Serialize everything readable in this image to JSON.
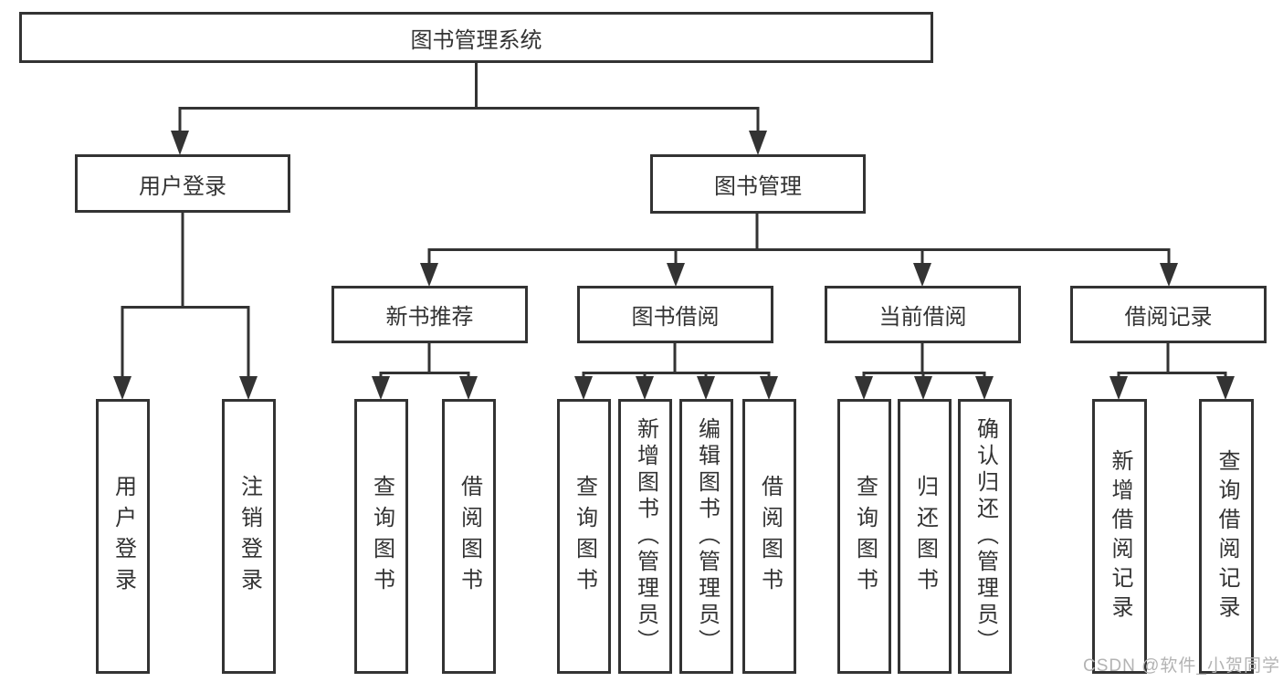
{
  "diagram_title": "图书管理系统",
  "colors": {
    "line": "#333333",
    "text": "#333333",
    "background": "#ffffff",
    "watermark": "#b3b3b3"
  },
  "tree": {
    "root": {
      "label": "图书管理系统"
    },
    "branches": [
      {
        "label": "用户登录",
        "children": [
          {
            "label": "用户登录"
          },
          {
            "label": "注销登录"
          }
        ]
      },
      {
        "label": "图书管理",
        "children": [
          {
            "label": "新书推荐",
            "children": [
              {
                "label": "查询图书"
              },
              {
                "label": "借阅图书"
              }
            ]
          },
          {
            "label": "图书借阅",
            "children": [
              {
                "label": "查询图书"
              },
              {
                "label": "新增图书（管理员）"
              },
              {
                "label": "编辑图书（管理员）"
              },
              {
                "label": "借阅图书"
              }
            ]
          },
          {
            "label": "当前借阅",
            "children": [
              {
                "label": "查询图书"
              },
              {
                "label": "归还图书"
              },
              {
                "label": "确认归还（管理员）"
              }
            ]
          },
          {
            "label": "借阅记录",
            "children": [
              {
                "label": "新增借阅记录"
              },
              {
                "label": "查询借阅记录"
              }
            ]
          }
        ]
      }
    ]
  },
  "watermark": {
    "text": "CSDN @软件_小贺同学"
  }
}
